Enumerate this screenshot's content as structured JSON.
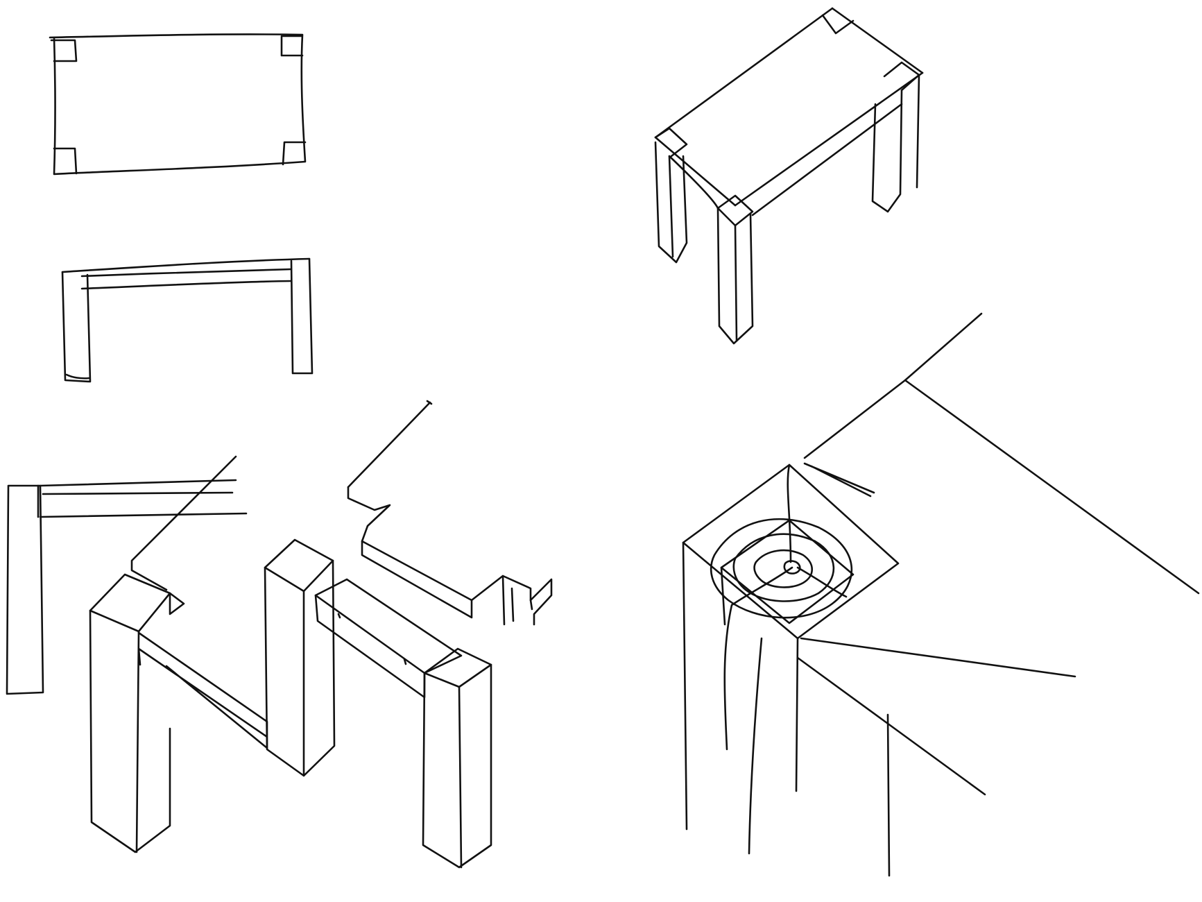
{
  "sheet": {
    "background": "#ffffff",
    "ink": "#111111"
  },
  "views": [
    {
      "id": "top-view",
      "description_shown": false
    },
    {
      "id": "front-elevation",
      "description_shown": false
    },
    {
      "id": "isometric-table",
      "description_shown": false
    },
    {
      "id": "exploded-joinery",
      "description_shown": false
    },
    {
      "id": "corner-end-grain-detail",
      "description_shown": false
    }
  ]
}
